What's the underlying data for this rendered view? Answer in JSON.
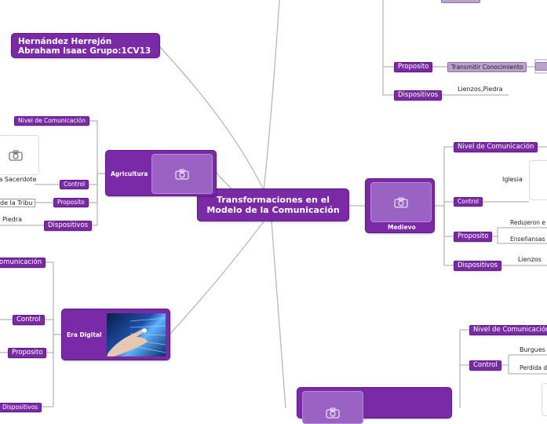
{
  "central": {
    "title": "Transformaciones en el Modelo de la Comunicación"
  },
  "author": {
    "name": "Hernández Herrejón Abraham Isaac  Grupo:1CV13"
  },
  "agricultura": {
    "title": "Agricultura",
    "nivel": "Nivel de Comunicación",
    "control": "Control",
    "control_text": "La Sacerdote",
    "proposito": "Proposito",
    "proposito_text": "de la Tribu",
    "dispositivos": "Dispositivos",
    "dispositivos_text": "Piedra"
  },
  "era_digital": {
    "title": "Era Digital",
    "nivel": "omunicación",
    "control": "Control",
    "proposito": "Proposito",
    "dispositivos": "Dispositivos"
  },
  "top_branch": {
    "proposito": "Proposito",
    "proposito_value": "Transmitir Conocimiento",
    "dispositivos": "Dispositivos",
    "dispositivos_text": "Lienzos,Piedra"
  },
  "medievo": {
    "title": "Medievo",
    "nivel": "Nivel de Comunicación",
    "control": "Control",
    "control_text": "Iglesia",
    "proposito": "Proposito",
    "proposito_text_1": "Redujeron e",
    "proposito_text_2": "Enseñansas",
    "dispositivos": "Dispositivos",
    "dispositivos_text": "Lienzos"
  },
  "bottom_branch": {
    "nivel": "Nivel de Comunicación",
    "control": "Control",
    "control_text_1": "Burgues",
    "control_text_2": "Perdida d"
  },
  "colors": {
    "accent": "#7a2aa6",
    "line": "#b5b5b5"
  },
  "icons": {
    "placeholder": "camera-icon"
  }
}
